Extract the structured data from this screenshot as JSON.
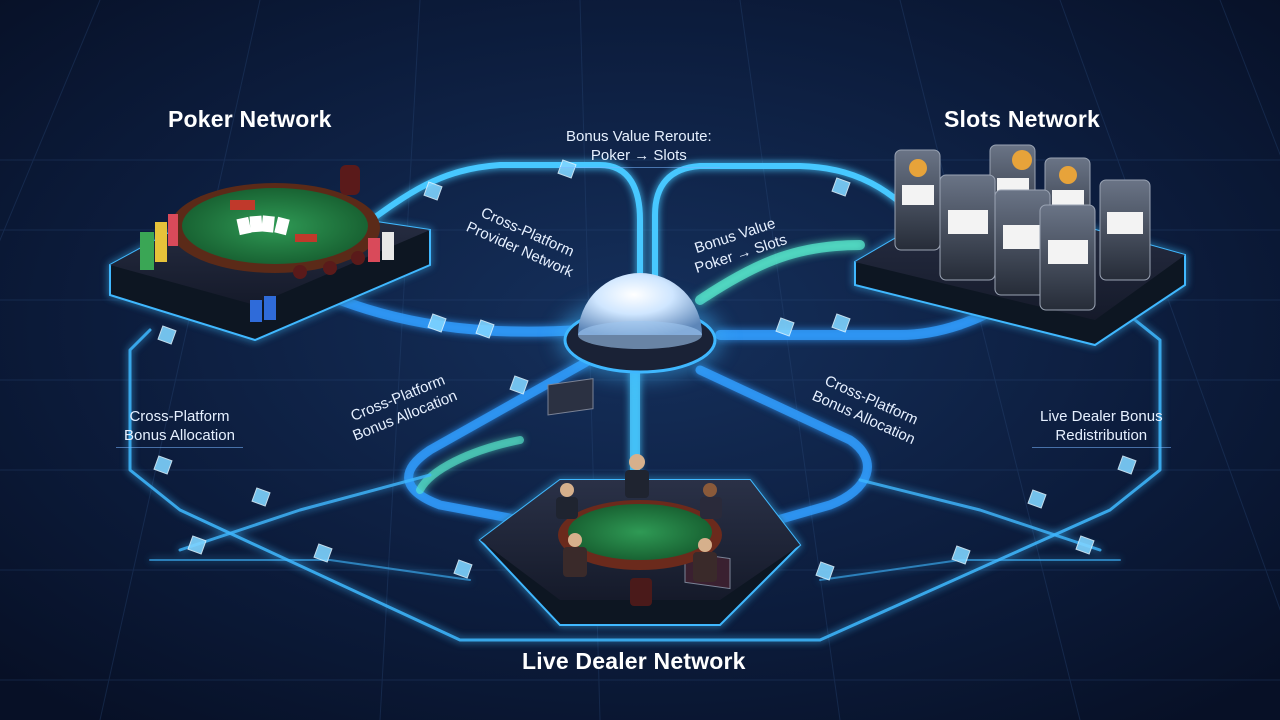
{
  "nodes": {
    "poker": {
      "title": "Poker Network"
    },
    "slots": {
      "title": "Slots Network"
    },
    "live": {
      "title": "Live Dealer Network"
    }
  },
  "flows": {
    "top": {
      "line1": "Bonus Value Reroute:",
      "line2": "Poker → Slots"
    },
    "left_top": {
      "line1": "Cross-Platform",
      "line2": "Provider Network"
    },
    "right_top": {
      "line1": "Bonus Value",
      "line2": "Poker → Slots"
    },
    "left_outer": {
      "line1": "Cross-Platform",
      "line2": "Bonus Allocation"
    },
    "left_inner": {
      "line1": "Cross-Platform",
      "line2": "Bonus Allocation"
    },
    "right_inner": {
      "line1": "Cross-Platform",
      "line2": "Bonus Allocation"
    },
    "right_outer": {
      "line1": "Live Dealer Bonus",
      "line2": "Redistribution"
    }
  },
  "colors": {
    "background": "#0b1733",
    "glow": "#3fb8ff",
    "teal_glow": "#5af0d0",
    "felt": "#1f7a3f",
    "platform": "#1a2033"
  },
  "icons": [
    "poker-table-icon",
    "slot-machine-icon",
    "live-dealer-table-icon",
    "hub-dome-icon",
    "data-cube-icon"
  ]
}
